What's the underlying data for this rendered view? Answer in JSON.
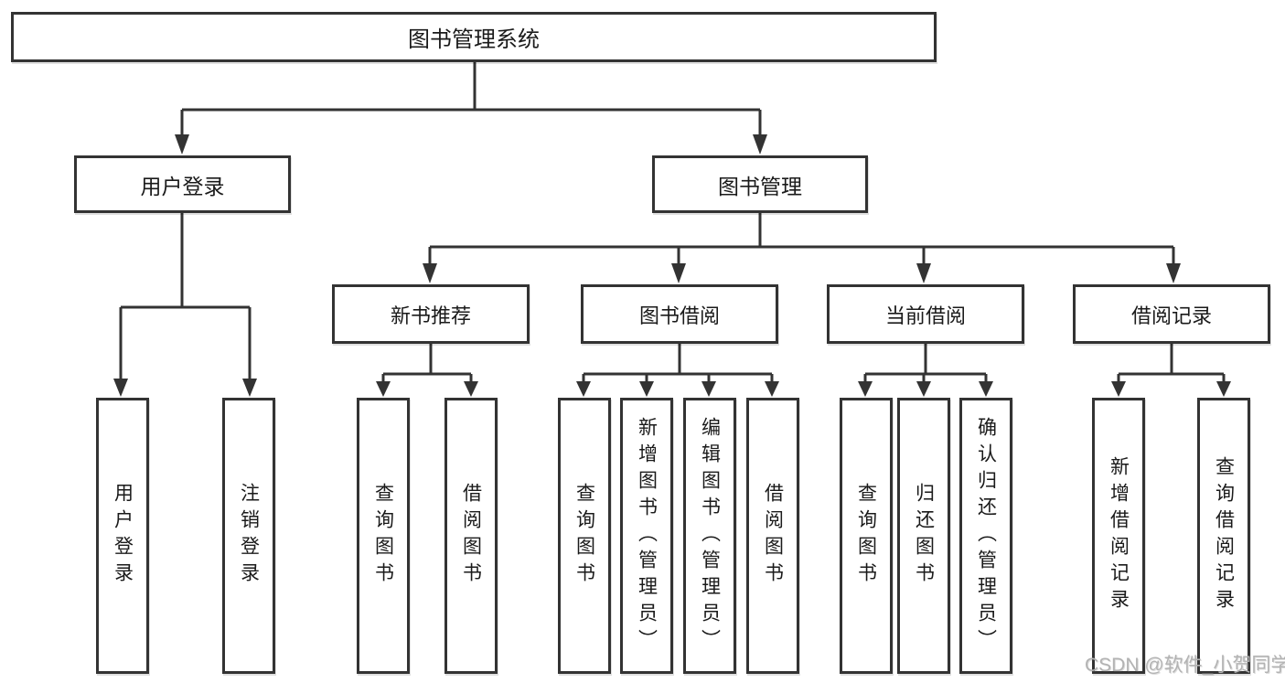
{
  "diagram": {
    "tree": {
      "label": "图书管理系统",
      "children": [
        {
          "label": "用户登录",
          "children": [
            {
              "label": "用户登录"
            },
            {
              "label": "注销登录"
            }
          ]
        },
        {
          "label": "图书管理",
          "children": [
            {
              "label": "新书推荐",
              "children": [
                {
                  "label": "查询图书"
                },
                {
                  "label": "借阅图书"
                }
              ]
            },
            {
              "label": "图书借阅",
              "children": [
                {
                  "label": "查询图书"
                },
                {
                  "label": "新增图书（管理员）"
                },
                {
                  "label": "编辑图书（管理员）"
                },
                {
                  "label": "借阅图书"
                }
              ]
            },
            {
              "label": "当前借阅",
              "children": [
                {
                  "label": "查询图书"
                },
                {
                  "label": "归还图书"
                },
                {
                  "label": "确认归还（管理员）"
                }
              ]
            },
            {
              "label": "借阅记录",
              "children": [
                {
                  "label": "新增借阅记录"
                },
                {
                  "label": "查询借阅记录"
                }
              ]
            }
          ]
        }
      ]
    },
    "colors": {
      "line": "#333333",
      "box_border": "#333333",
      "box_fill": "#ffffff",
      "text": "#1a1a1a",
      "background": "#ffffff"
    }
  },
  "watermark": {
    "text": "CSDN @软件_小贺同学",
    "color": "#b3b3b3"
  }
}
